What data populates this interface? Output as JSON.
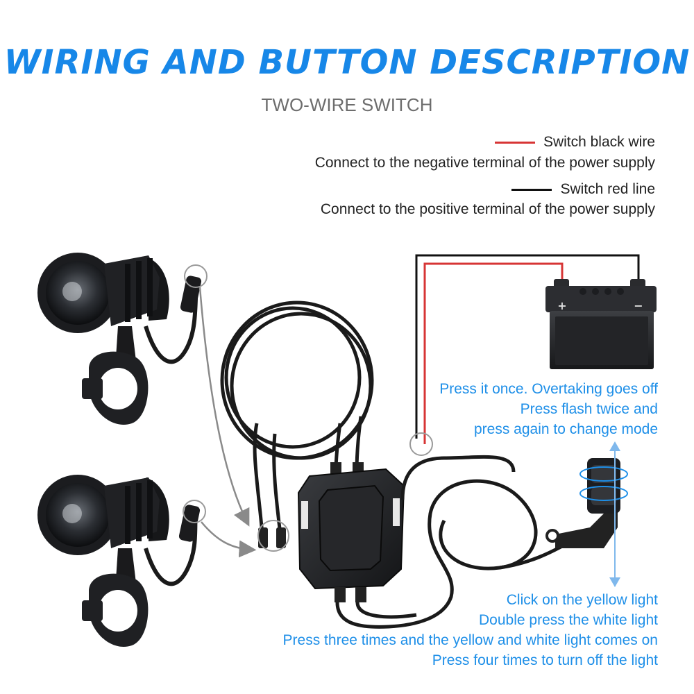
{
  "header": {
    "title": "WIRING AND BUTTON DESCRIPTION",
    "subtitle": "TWO-WIRE SWITCH"
  },
  "legend": [
    {
      "label": "Switch black wire",
      "description": "Connect to the negative terminal of the power supply",
      "color": "#d73535"
    },
    {
      "label": "Switch red line",
      "description": "Connect to the positive terminal of the power supply",
      "color": "#111111"
    }
  ],
  "battery": {
    "positive": "+",
    "negative": "−"
  },
  "notes": {
    "switch_upper": [
      "Press it once. Overtaking goes off",
      "Press flash twice and",
      "press again to change mode"
    ],
    "switch_lower": [
      "Click on the yellow light",
      "Double press the white light",
      "Press three times and the yellow and white light comes on",
      "Press four times to turn off the light"
    ]
  },
  "colors": {
    "accent": "#1787e8",
    "note": "#1e8fe8",
    "wire_red": "#d73535",
    "wire_black": "#111111"
  },
  "icons": [
    "spotlight-icon",
    "mount-clamp-icon",
    "battery-icon",
    "controller-box-icon",
    "handlebar-switch-icon",
    "connector-icon"
  ]
}
